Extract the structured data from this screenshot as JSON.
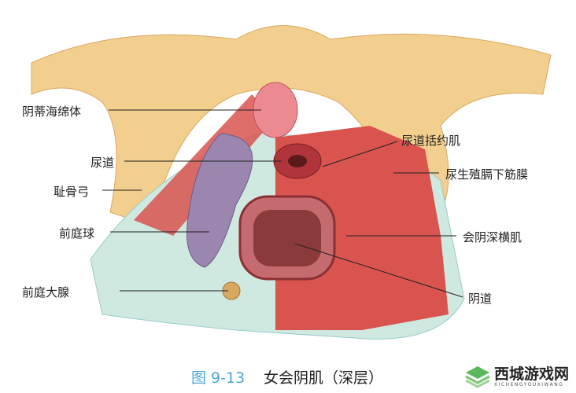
{
  "labels": {
    "clitoral_body": "阴蒂海绵体",
    "urethra": "尿道",
    "pubic_arch": "耻骨弓",
    "vestibular_bulb": "前庭球",
    "greater_vestibular_gland": "前庭大腺",
    "urethral_sphincter": "尿道括约肌",
    "inferior_fascia": "尿生殖膈下筋膜",
    "deep_transverse_perineal": "会阴深横肌",
    "vagina": "阴道"
  },
  "caption": {
    "figure_number": "图 9-13",
    "title": "女会阴肌（深层）"
  },
  "watermark": {
    "name": "西城游戏网",
    "sub": "XICHENGYOUXIWANG"
  },
  "colors": {
    "bone": "#f2cf8e",
    "muscle": "#d9534f",
    "fascia": "#cfe8e0",
    "bulb": "#9b86b0",
    "caption_blue": "#4aa7d8"
  }
}
